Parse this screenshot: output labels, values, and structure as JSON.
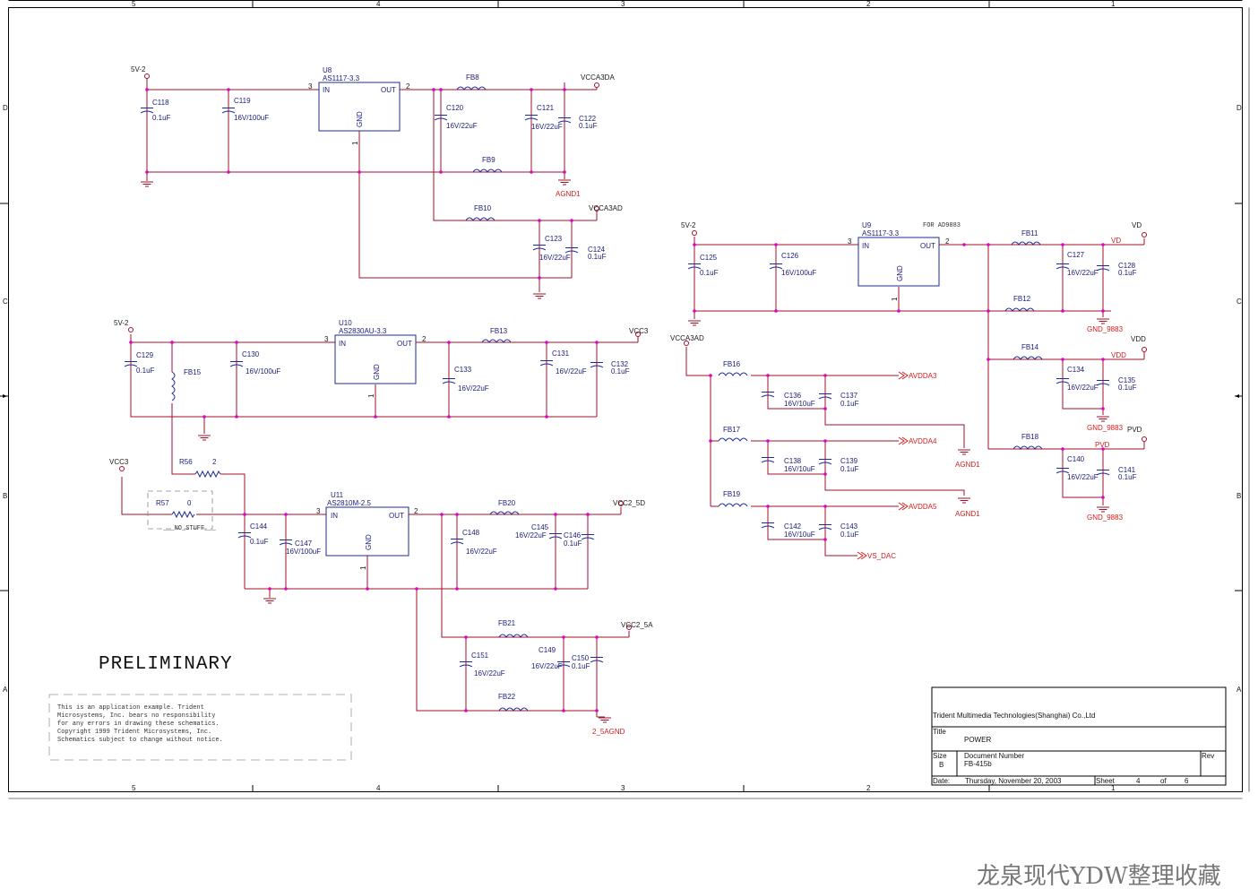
{
  "border": {
    "col_labels_top": [
      "5",
      "4",
      "3",
      "2",
      "1"
    ],
    "col_labels_bottom": [
      "5",
      "4",
      "3",
      "2",
      "1"
    ],
    "row_labels": [
      "D",
      "C",
      "B",
      "A"
    ]
  },
  "regulators": [
    {
      "ref": "U8",
      "part": "AS1117-3.3",
      "pin_in": "IN",
      "pin_out": "OUT",
      "pin_gnd": "GND",
      "n_in": "3",
      "n_out": "2",
      "n_gnd": "1"
    },
    {
      "ref": "U10",
      "part": "AS2830AU-3.3",
      "pin_in": "IN",
      "pin_out": "OUT",
      "pin_gnd": "GND",
      "n_in": "3",
      "n_out": "2",
      "n_gnd": "1"
    },
    {
      "ref": "U11",
      "part": "AS2810M-2.5",
      "pin_in": "IN",
      "pin_out": "OUT",
      "pin_gnd": "GND",
      "n_in": "3",
      "n_out": "2",
      "n_gnd": "1"
    },
    {
      "ref": "U9",
      "part": "AS1117-3.3",
      "pin_in": "IN",
      "pin_out": "OUT",
      "pin_gnd": "GND",
      "n_in": "3",
      "n_out": "2",
      "n_gnd": "1"
    }
  ],
  "capacitors": [
    {
      "ref": "C118",
      "value": "0.1uF"
    },
    {
      "ref": "C119",
      "value": "16V/100uF"
    },
    {
      "ref": "C120",
      "value": "16V/22uF"
    },
    {
      "ref": "C121",
      "value": "16V/22uF"
    },
    {
      "ref": "C122",
      "value": "0.1uF"
    },
    {
      "ref": "C123",
      "value": "16V/22uF"
    },
    {
      "ref": "C124",
      "value": "0.1uF"
    },
    {
      "ref": "C129",
      "value": "0.1uF"
    },
    {
      "ref": "C130",
      "value": "16V/100uF"
    },
    {
      "ref": "C133",
      "value": "16V/22uF"
    },
    {
      "ref": "C131",
      "value": "16V/22uF"
    },
    {
      "ref": "C132",
      "value": "0.1uF"
    },
    {
      "ref": "C144",
      "value": "0.1uF"
    },
    {
      "ref": "C147",
      "value": "16V/100uF"
    },
    {
      "ref": "C148",
      "value": "16V/22uF"
    },
    {
      "ref": "C145",
      "value": "16V/22uF"
    },
    {
      "ref": "C146",
      "value": "0.1uF"
    },
    {
      "ref": "C151",
      "value": "16V/22uF"
    },
    {
      "ref": "C149",
      "value": "16V/22uF"
    },
    {
      "ref": "C150",
      "value": "0.1uF"
    },
    {
      "ref": "C125",
      "value": "0.1uF"
    },
    {
      "ref": "C126",
      "value": "16V/100uF"
    },
    {
      "ref": "C127",
      "value": "16V/22uF"
    },
    {
      "ref": "C128",
      "value": "0.1uF"
    },
    {
      "ref": "C134",
      "value": "16V/22uF"
    },
    {
      "ref": "C135",
      "value": "0.1uF"
    },
    {
      "ref": "C140",
      "value": "16V/22uF"
    },
    {
      "ref": "C141",
      "value": "0.1uF"
    },
    {
      "ref": "C136",
      "value": "16V/10uF"
    },
    {
      "ref": "C137",
      "value": "0.1uF"
    },
    {
      "ref": "C138",
      "value": "16V/10uF"
    },
    {
      "ref": "C139",
      "value": "0.1uF"
    },
    {
      "ref": "C142",
      "value": "16V/10uF"
    },
    {
      "ref": "C143",
      "value": "0.1uF"
    }
  ],
  "ferrites": [
    "FB8",
    "FB9",
    "FB10",
    "FB13",
    "FB15",
    "FB20",
    "FB21",
    "FB22",
    "FB11",
    "FB12",
    "FB14",
    "FB18",
    "FB16",
    "FB17",
    "FB19"
  ],
  "resistors": [
    {
      "ref": "R56",
      "value": "2"
    },
    {
      "ref": "R57",
      "value": "0",
      "note": "NO_STUFF"
    }
  ],
  "nets": {
    "v5_2": "5V-2",
    "vcca3da": "VCCA3DA",
    "vcca3ad": "VCCA3AD",
    "vcc3": "VCC3",
    "vcc2_5d": "VCC2_5D",
    "vcc2_5a": "VCC2_5A",
    "vd": "VD",
    "vdd": "VDD",
    "pvd": "PVD",
    "avdda3": "AVDDA3",
    "avdda4": "AVDDA4",
    "avdda5": "AVDDA5",
    "vs_dac": "VS_DAC",
    "agnd1": "AGND1",
    "gnd_9883": "GND_9883",
    "agnd2_5": "2_5AGND",
    "for_ad9883": "FOR AD9883"
  },
  "notes": {
    "preliminary": "PRELIMINARY",
    "disclaimer": [
      "This is an application example.  Trident",
      "Microsystems, Inc. bears no responsibility",
      "for any errors in drawing these schematics.",
      "Copyright 1999 Trident Microsystems, Inc.",
      "Schematics subject to change without notice."
    ]
  },
  "title_block": {
    "company": "Trident Multimedia Technologies(Shanghai) Co.,Ltd",
    "title_label": "Title",
    "title": "POWER",
    "size_label": "Size",
    "size": "B",
    "docnum_label": "Document Number",
    "docnum": "FB-415b",
    "rev_label": "Rev",
    "date_label": "Date:",
    "date": "Thursday, November 20, 2003",
    "sheet_label": "Sheet",
    "sheet": "4",
    "of_label": "of",
    "total": "6"
  },
  "watermark": "龙泉现代YDW整理收藏"
}
